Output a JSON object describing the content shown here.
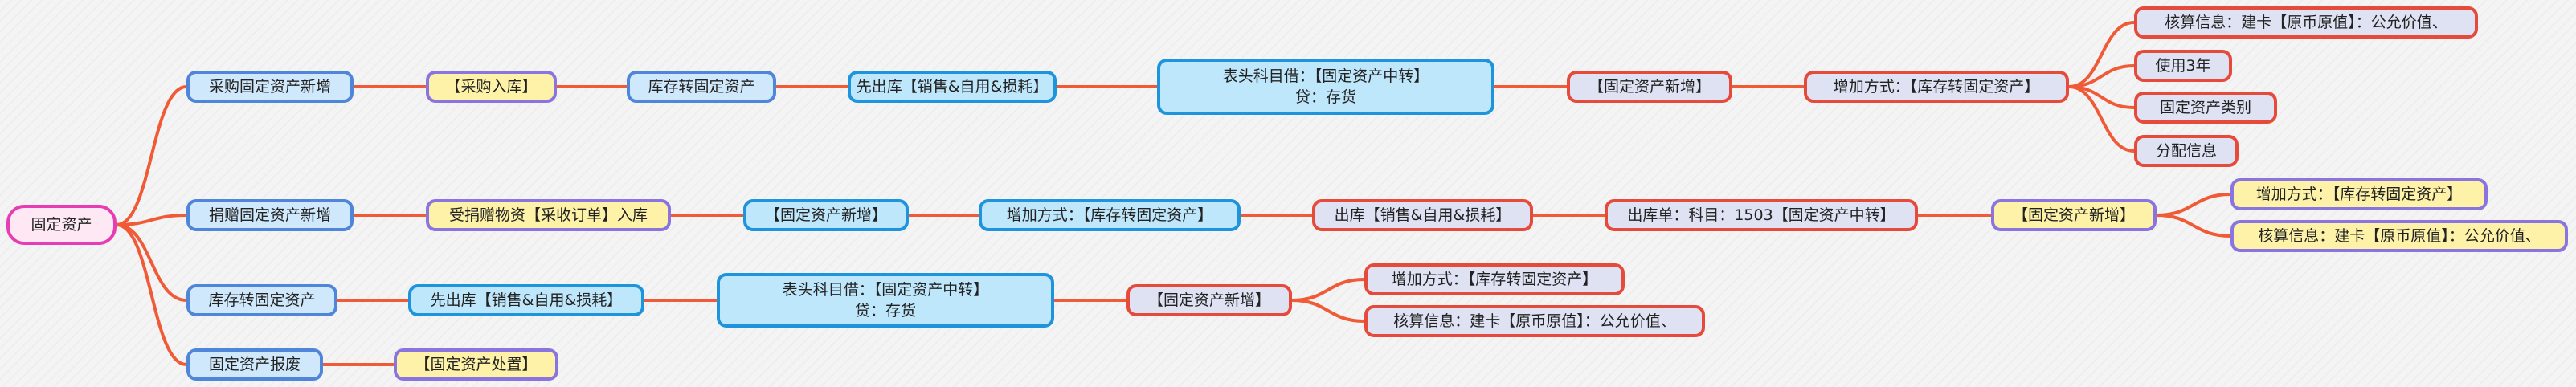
{
  "root": "固定资产",
  "branch1": {
    "title": "采购固定资产新增",
    "step1": "【采购入库】",
    "step2": "库存转固定资产",
    "step3": "先出库【销售&自用&损耗】",
    "voucher_line1": "表头科目借：【固定资产中转】",
    "voucher_line2": "贷：存货",
    "add_card": "【固定资产新增】",
    "add_method": "增加方式：【库存转固定资产】",
    "details": [
      "核算信息：建卡【原币原值】：公允价值、",
      "使用3年",
      "固定资产类别",
      "分配信息"
    ]
  },
  "branch2": {
    "title": "捐赠固定资产新增",
    "step1": "受捐赠物资【采收订单】入库",
    "step2": "【固定资产新增】",
    "step3": "增加方式：【库存转固定资产】",
    "step4": "出库【销售&自用&损耗】",
    "step5": "出库单：科目：1503【固定资产中转】",
    "step6": "【固定资产新增】",
    "details": [
      "增加方式：【库存转固定资产】",
      "核算信息：建卡【原币原值】：公允价值、"
    ]
  },
  "branch3": {
    "title": "库存转固定资产",
    "step1": "先出库【销售&自用&损耗】",
    "voucher_line1": "表头科目借：【固定资产中转】",
    "voucher_line2": "贷：存货",
    "add_card": "【固定资产新增】",
    "details": [
      "增加方式：【库存转固定资产】",
      "核算信息：建卡【原币原值】：公允价值、"
    ]
  },
  "branch4": {
    "title": "固定资产报废",
    "step1": "【固定资产处置】"
  },
  "colors": {
    "connector": "#f05a36",
    "root_border": "#e63cb4",
    "blue_border": "#4f86d9",
    "cyan_border": "#1e94dc",
    "yellow_border": "#8a74e0",
    "red_border": "#e64a3b"
  }
}
